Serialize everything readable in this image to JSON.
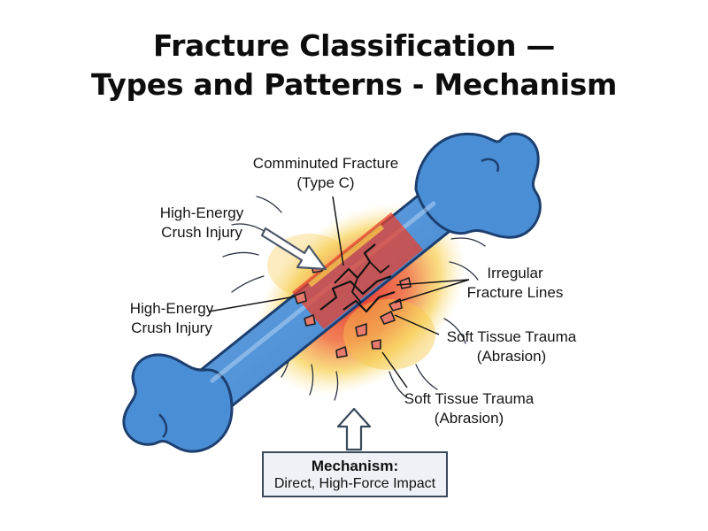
{
  "title": {
    "line1": "Fracture Classification —",
    "line2": "Types and Patterns - Mechanism"
  },
  "labels": {
    "comminuted_line1": "Comminuted Fracture",
    "comminuted_line2": "(Type C)",
    "crush_upper_line1": "High-Energy",
    "crush_upper_line2": "Crush Injury",
    "crush_lower_line1": "High-Energy",
    "crush_lower_line2": "Crush Injury",
    "irregular_line1": "Irregular",
    "irregular_line2": "Fracture Lines",
    "tissue_upper_line1": "Soft Tissue Trauma",
    "tissue_upper_line2": "(Abrasion)",
    "tissue_lower_line1": "Soft Tissue Trauma",
    "tissue_lower_line2": "(Abrasion)"
  },
  "mechanism": {
    "title": "Mechanism:",
    "text": "Direct, High-Force Impact"
  },
  "colors": {
    "bone_fill": "#4a8fd6",
    "bone_outline": "#1c3f70",
    "trauma_red": "#e8402c",
    "trauma_yellow": "#f7d24c",
    "fragment": "#e87a6c"
  },
  "icons": [
    "impact-arrow-icon",
    "force-up-arrow-icon"
  ]
}
